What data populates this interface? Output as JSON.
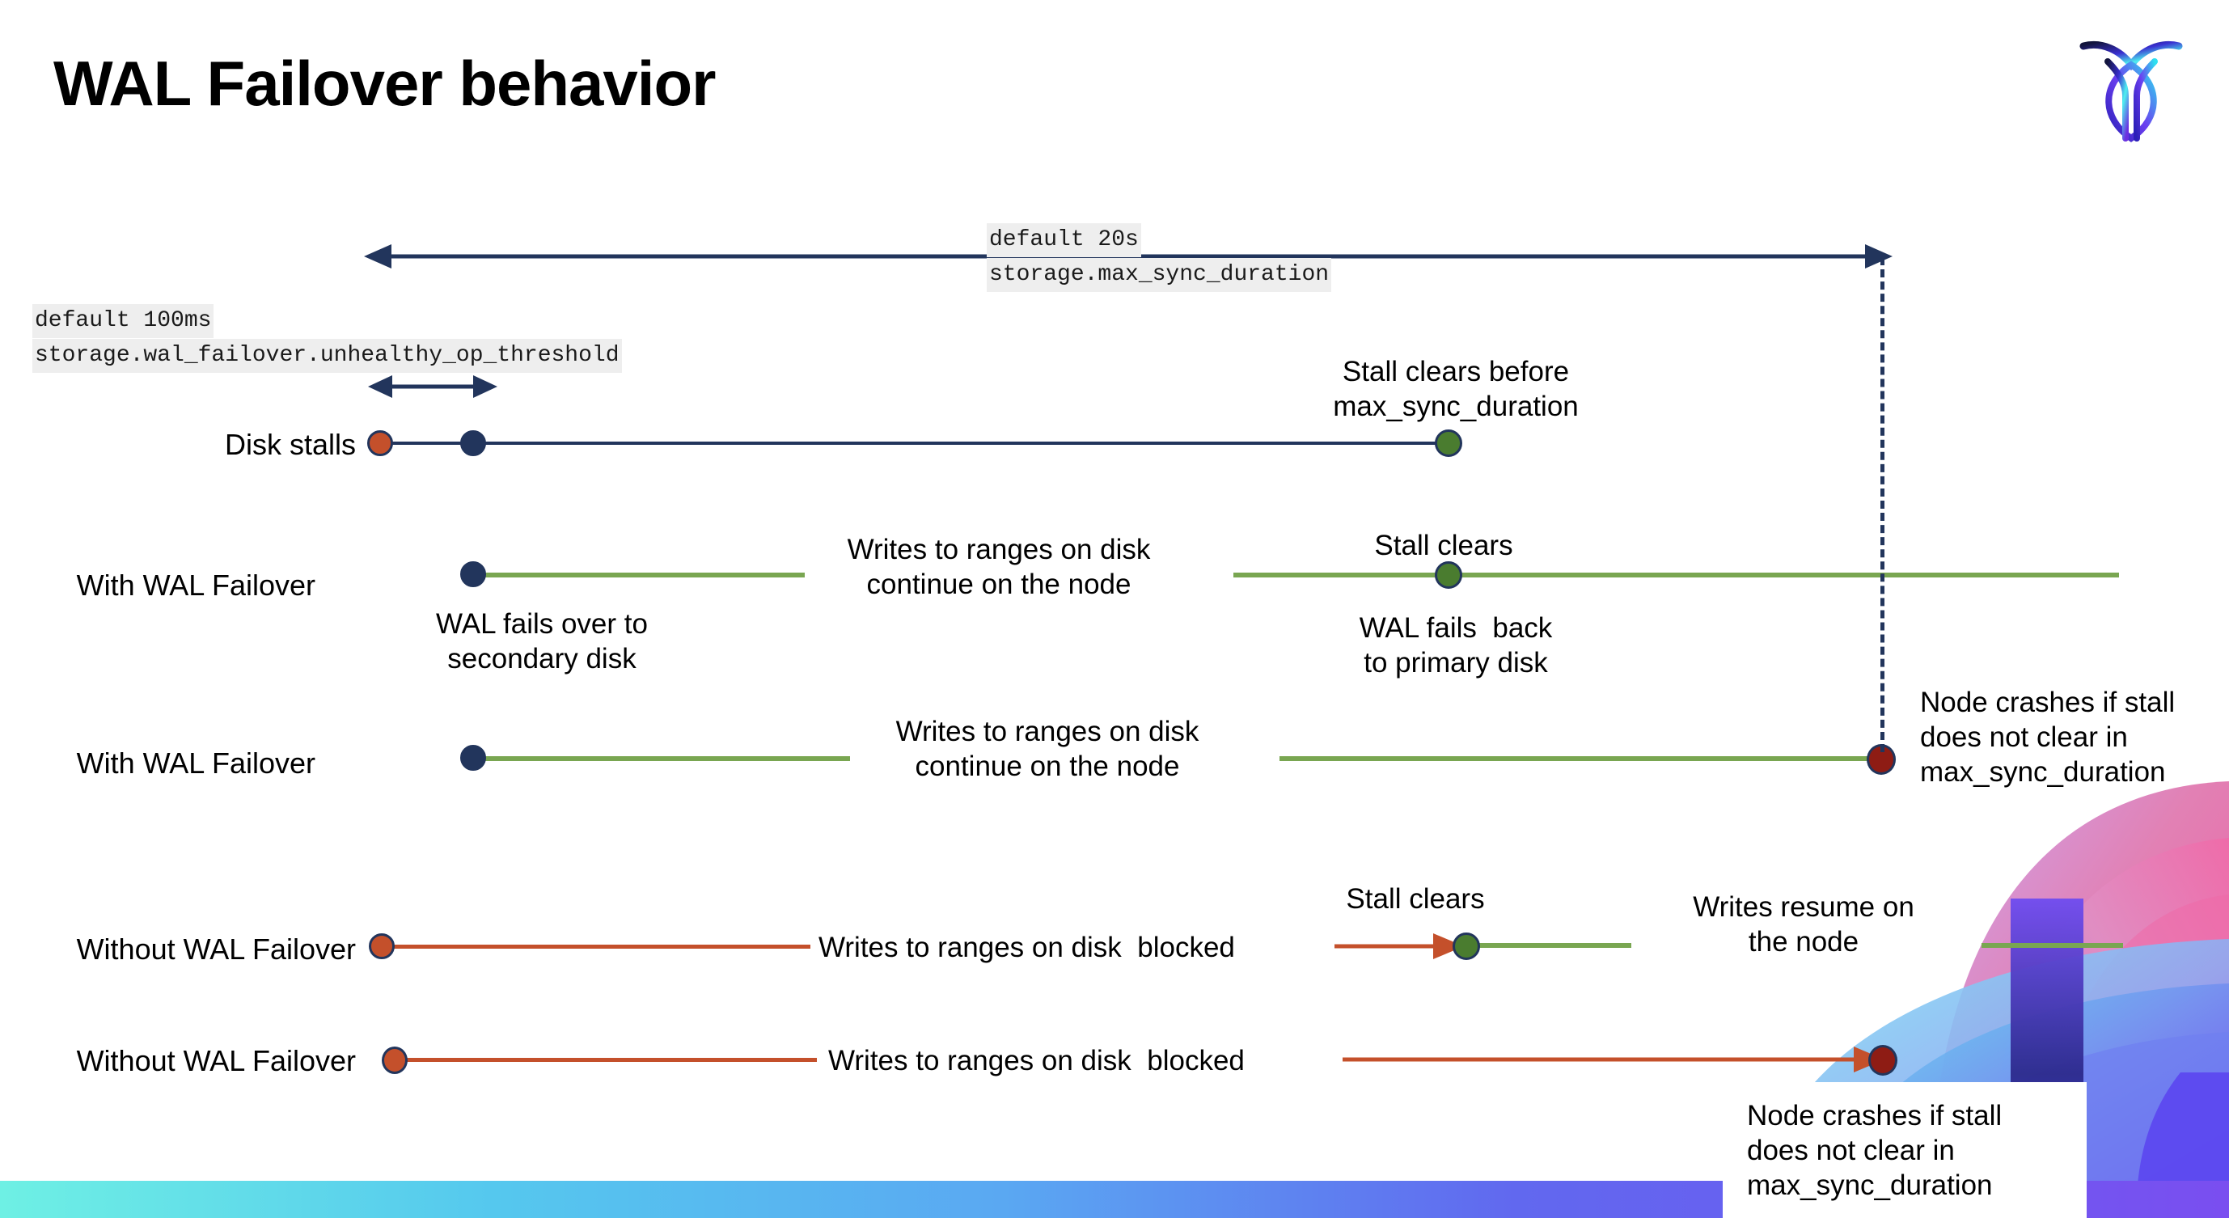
{
  "slide": {
    "title": "WAL Failover behavior",
    "logo_name": "cockroachdb-logo"
  },
  "annotations": {
    "max_sync": {
      "default_line": "default 20s",
      "setting_line": "storage.max_sync_duration"
    },
    "unhealthy_threshold": {
      "default_line": "default 100ms",
      "setting_line": "storage.wal_failover.unhealthy_op_threshold"
    }
  },
  "rows": [
    {
      "id": "disk-stalls",
      "label": "Disk stalls",
      "note_above": "Stall clears before\nmax_sync_duration"
    },
    {
      "id": "with-wal-failover-clears",
      "label": "With WAL Failover",
      "note_below_start": "WAL fails over to\nsecondary disk",
      "note_mid": "Writes to ranges on disk\ncontinue on the node",
      "note_above_clear": "Stall clears",
      "note_below_clear": "WAL fails  back\nto primary disk"
    },
    {
      "id": "with-wal-failover-crash",
      "label": "With WAL Failover",
      "note_mid": "Writes to ranges on disk\ncontinue on the node",
      "note_crash": "Node crashes if stall\ndoes not clear in\nmax_sync_duration"
    },
    {
      "id": "without-wal-failover-clears",
      "label": "Without WAL Failover",
      "note_mid": "Writes to ranges on disk  blocked",
      "note_above_clear": "Stall clears",
      "note_resume": "Writes resume on\nthe node"
    },
    {
      "id": "without-wal-failover-crash",
      "label": "Without WAL Failover",
      "note_mid": "Writes to ranges on disk  blocked",
      "note_crash": "Node crashes if stall\ndoes not clear in\nmax_sync_duration"
    }
  ],
  "colors": {
    "navy": "#22355c",
    "green": "#79a651",
    "green_dot": "#4a7c2f",
    "red": "#c4502b",
    "dark_red": "#8e1c14",
    "code_bg": "#eeeeee",
    "bar_start": "#6ef0e4",
    "bar_end": "#7a4ef0"
  }
}
